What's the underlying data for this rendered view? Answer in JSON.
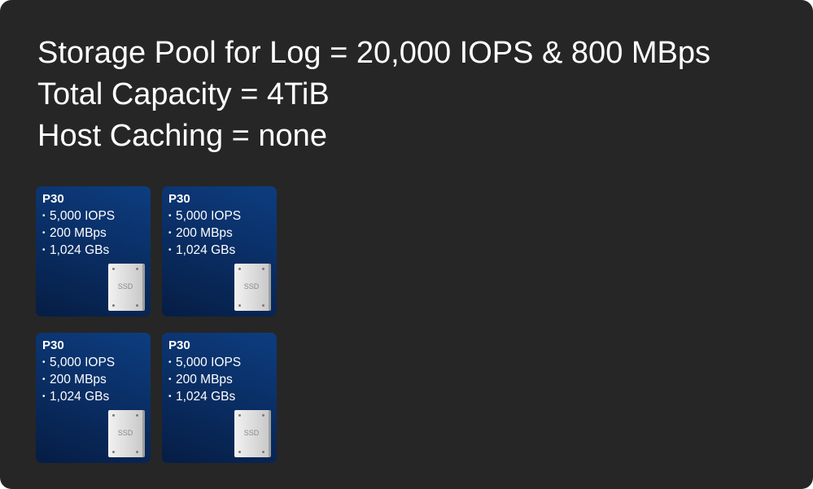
{
  "headline": {
    "line1": "Storage Pool for Log = 20,000 IOPS & 800 MBps",
    "line2": "Total Capacity = 4TiB",
    "line3": "Host Caching = none"
  },
  "disks": [
    {
      "tier": "P30",
      "iops": "5,000 IOPS",
      "throughput": "200 MBps",
      "capacity": "1,024 GBs",
      "icon_label": "SSD"
    },
    {
      "tier": "P30",
      "iops": "5,000 IOPS",
      "throughput": "200 MBps",
      "capacity": "1,024 GBs",
      "icon_label": "SSD"
    },
    {
      "tier": "P30",
      "iops": "5,000 IOPS",
      "throughput": "200 MBps",
      "capacity": "1,024 GBs",
      "icon_label": "SSD"
    },
    {
      "tier": "P30",
      "iops": "5,000 IOPS",
      "throughput": "200 MBps",
      "capacity": "1,024 GBs",
      "icon_label": "SSD"
    }
  ],
  "bullet_glyph": "•",
  "colors": {
    "slide_background": "#262626",
    "disk_tile": "#0a2f66",
    "text": "#ffffff",
    "ssd_body": "#dedede"
  },
  "icons": {
    "ssd": "ssd-drive-icon"
  }
}
